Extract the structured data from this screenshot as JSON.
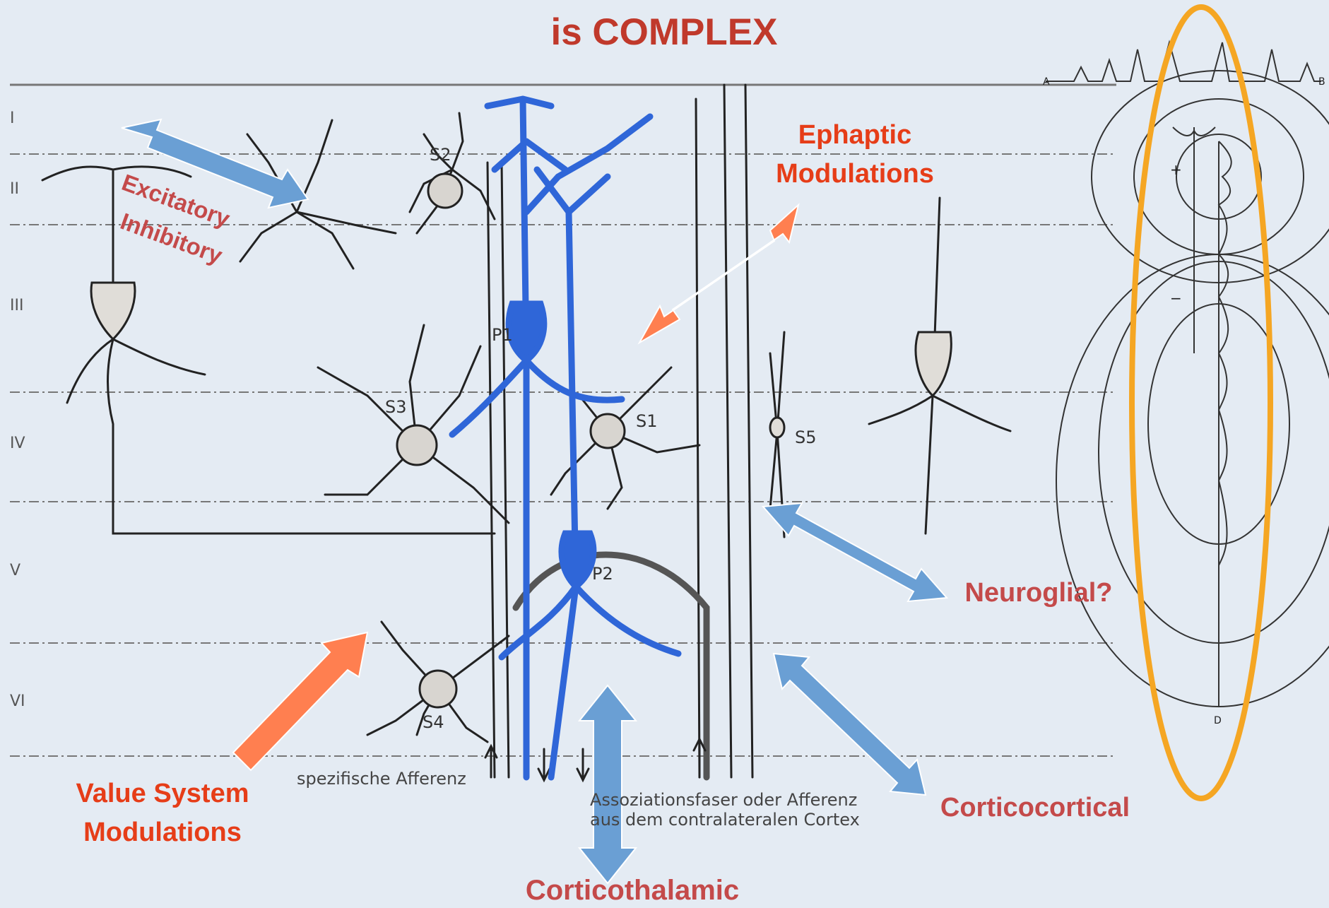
{
  "title": "is COMPLEX",
  "cortical_layers": [
    "I",
    "II",
    "III",
    "IV",
    "V",
    "VI"
  ],
  "cell_labels": [
    "S2",
    "P1",
    "S3",
    "S1",
    "S5",
    "P2",
    "S4"
  ],
  "captions": {
    "specific_afference": "spezifische Afferenz",
    "association_line1": "Assoziationsfaser oder Afferenz",
    "association_line2": "aus dem contralateralen Cortex"
  },
  "field_plot": {
    "point_a": "A",
    "point_b": "B",
    "point_d": "D",
    "plus": "+",
    "minus": "−"
  },
  "annotations": {
    "excitatory": "Excitatory",
    "inhibitory": "Inhibitory",
    "ephaptic_line1": "Ephaptic",
    "ephaptic_line2": "Modulations",
    "neuroglial": "Neuroglial?",
    "corticocortical": "Corticocortical",
    "value_line1": "Value System",
    "value_line2": "Modulations",
    "corticothalamic": "Corticothalamic"
  },
  "colors": {
    "title": "#c0392b",
    "label_red": "#e63d18",
    "label_rose": "#c44a4a",
    "arrow_blue": "#6a9fd4",
    "arrow_orange": "#ff7f50",
    "neuron_blue": "#2f66d8",
    "ellipse_orange": "#f5a623",
    "background": "#e4ebf3"
  }
}
